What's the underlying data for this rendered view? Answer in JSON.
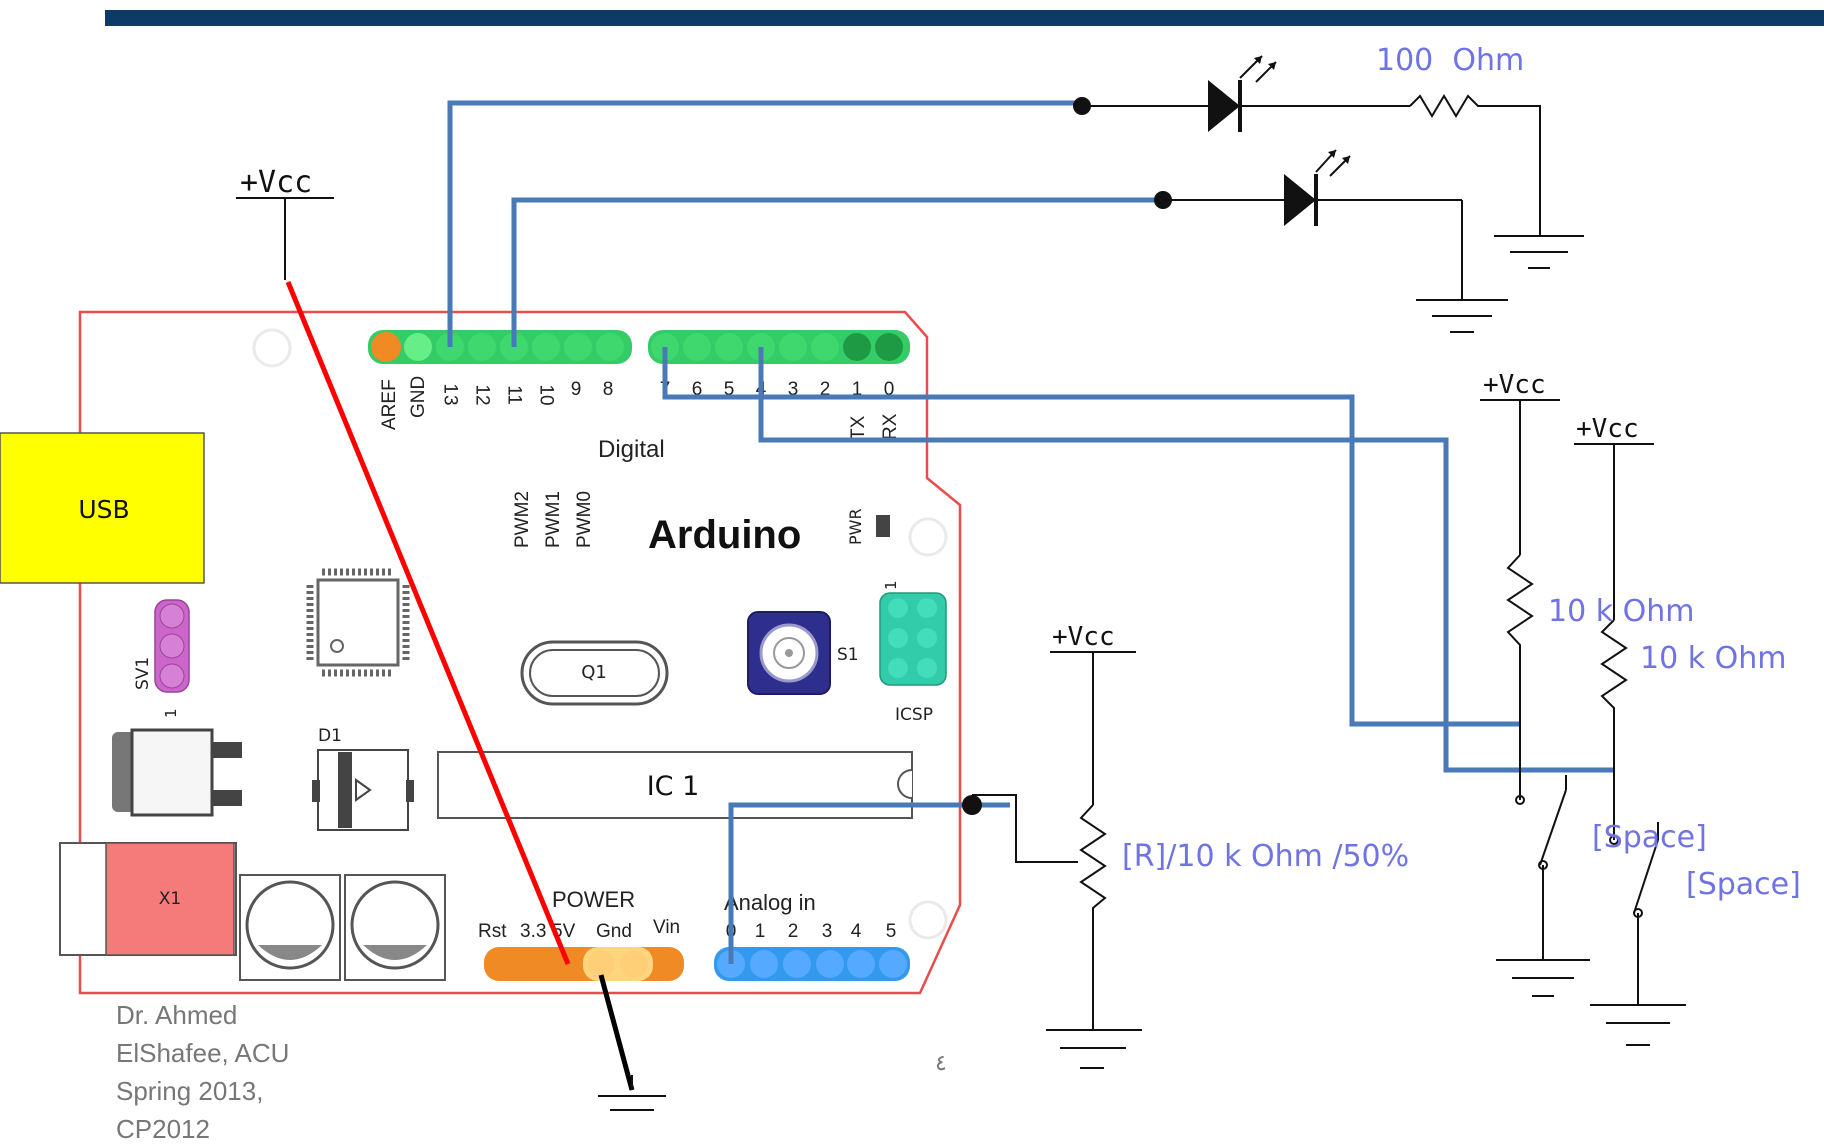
{
  "colors": {
    "top_bar": "#0d3a66",
    "wire_blue": "#4a79b8",
    "wire_red": "#ff0000",
    "board_outline": "#e84c4c",
    "label_blue": "#6f73e3",
    "usb": "#ffff00",
    "x1": "#f57a7a"
  },
  "board": {
    "usb_label": "USB",
    "title": "Arduino",
    "digital_label": "Digital",
    "digital_pins_left": [
      "AREF",
      "GND",
      "13",
      "12",
      "11",
      "10",
      "9",
      "8"
    ],
    "digital_pins_right": [
      "7",
      "6",
      "5",
      "4",
      "3",
      "2",
      "1",
      "0"
    ],
    "tx_label": "TX",
    "rx_label": "RX",
    "pwm_labels": [
      "PWM2",
      "PWM1",
      "PWM0"
    ],
    "pwr_label": "PWR",
    "sv1_label": "SV1",
    "sv1_pin": "1",
    "icsp_pin": "1",
    "s1_label": "S1",
    "icsp_label": "ICSP",
    "q1_label": "Q1",
    "d1_label": "D1",
    "ic_label": "IC 1",
    "x1_label": "X1",
    "power_label": "POWER",
    "power_pins": [
      "Rst",
      "3.3",
      "5V",
      "Gnd",
      "Vin"
    ],
    "analog_label": "Analog in",
    "analog_pins": [
      "0",
      "1",
      "2",
      "3",
      "4",
      "5"
    ]
  },
  "schematic": {
    "vcc_labels": [
      "+Vcc",
      "+Vcc",
      "+Vcc",
      "+Vcc"
    ],
    "resistor_led": "100  Ohm",
    "resistor_1": "10 k Ohm",
    "resistor_2": "10 k Ohm",
    "potentiometer": "[R]/10 k Ohm /50%",
    "switch_1": "[Space]",
    "switch_2": "[Space]"
  },
  "footer": {
    "line1": "Dr. Ahmed",
    "line2": "ElShafee, ACU",
    "line3": "Spring 2013,",
    "line4": "CP2012",
    "page_number": "٤"
  }
}
